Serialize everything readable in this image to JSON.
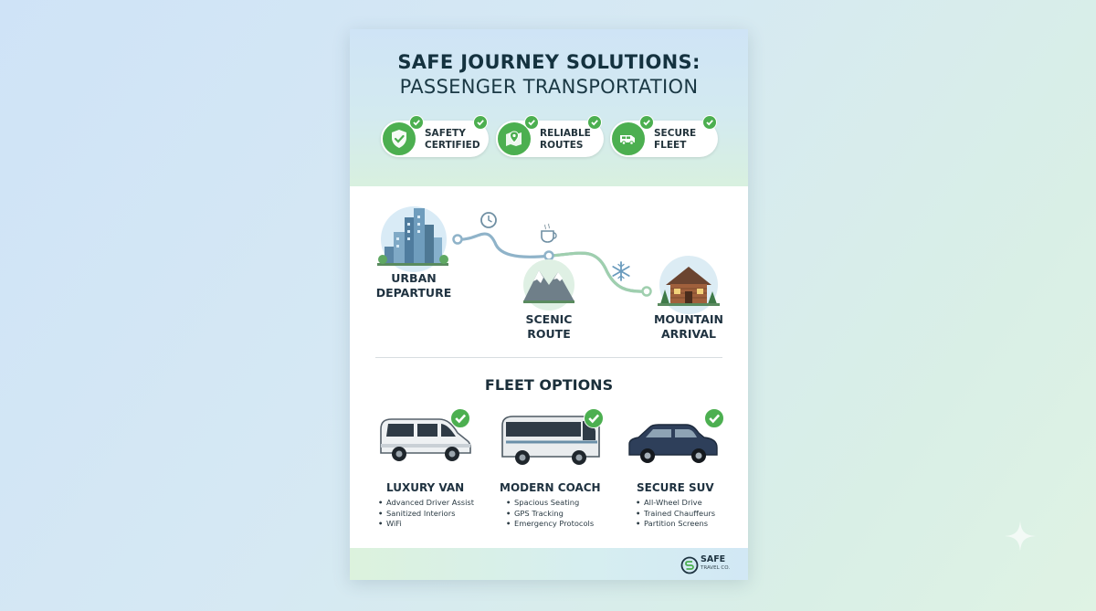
{
  "header": {
    "title_line1": "SAFE JOURNEY SOLUTIONS:",
    "title_line2": "PASSENGER TRANSPORTATION"
  },
  "badges": [
    {
      "line1": "SAFETY",
      "line2": "CERTIFIED",
      "icon": "shield-check-icon"
    },
    {
      "line1": "RELIABLE",
      "line2": "ROUTES",
      "icon": "map-pin-icon"
    },
    {
      "line1": "SECURE",
      "line2": "FLEET",
      "icon": "van-icon"
    }
  ],
  "route": {
    "stops": [
      {
        "line1": "URBAN",
        "line2": "DEPARTURE",
        "icon": "city-skyline-icon"
      },
      {
        "line1": "SCENIC",
        "line2": "ROUTE",
        "icon": "mountain-icon"
      },
      {
        "line1": "MOUNTAIN",
        "line2": "ARRIVAL",
        "icon": "cabin-icon"
      }
    ],
    "waypoint_icons": [
      "clock-icon",
      "coffee-cup-icon",
      "snowflake-icon"
    ]
  },
  "fleet": {
    "title": "FLEET OPTIONS",
    "vehicles": [
      {
        "name": "LUXURY VAN",
        "icon": "van-icon",
        "features": [
          "Advanced Driver Assist",
          "Sanitized Interiors",
          "WiFi"
        ]
      },
      {
        "name": "MODERN COACH",
        "icon": "bus-icon",
        "features": [
          "Spacious Seating",
          "GPS Tracking",
          "Emergency Protocols"
        ]
      },
      {
        "name": "SECURE SUV",
        "icon": "suv-icon",
        "features": [
          "All-Wheel Drive",
          "Trained Chauffeurs",
          "Partition Screens"
        ]
      }
    ]
  },
  "footer": {
    "logo_text": "SAFE",
    "logo_sub": "TRAVEL CO."
  },
  "colors": {
    "accent_green": "#4caf50",
    "title_dark": "#14323f",
    "route_line": "#8fb3c9"
  }
}
